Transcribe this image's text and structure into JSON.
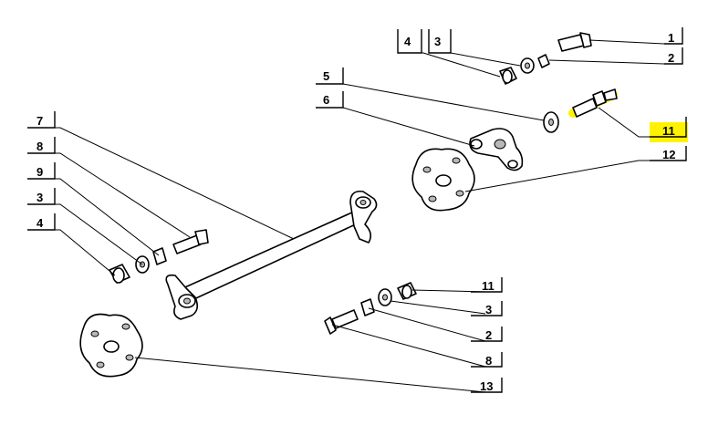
{
  "highlight_color": "#fff200",
  "callouts": {
    "top": [
      "1",
      "2",
      "3",
      "4",
      "5",
      "6"
    ],
    "right": [
      "11",
      "12"
    ],
    "left": [
      "7",
      "8",
      "9",
      "3",
      "4"
    ],
    "bottom": [
      "11",
      "3",
      "2",
      "8",
      "13"
    ]
  },
  "highlighted": {
    "label": "11",
    "part": "bolt"
  }
}
